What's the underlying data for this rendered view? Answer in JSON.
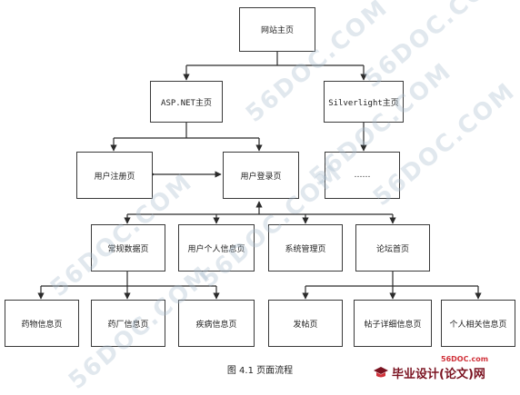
{
  "nodes": {
    "home": "网站主页",
    "aspnet": "ASP.NET主页",
    "silverlight": "Silverlight主页",
    "register": "用户注册页",
    "login": "用户登录页",
    "ellipsis": "……",
    "common_data": "常规数据页",
    "personal_info": "用户个人信息页",
    "system_admin": "系统管理页",
    "forum_home": "论坛首页",
    "drug_info": "药物信息页",
    "pharmacy_info": "药厂信息页",
    "disease_info": "疾病信息页",
    "post": "发帖页",
    "post_detail": "帖子详细信息页",
    "personal_related": "个人相关信息页"
  },
  "caption": "图 4.1  页面流程",
  "watermark": "56DOC.COM",
  "logo": {
    "url_text": "56DOC.com",
    "name": "毕业设计(论文)网"
  },
  "colors": {
    "line": "#2b2b2b",
    "watermark": "#aabecd",
    "logo_red": "#d1323a",
    "logo_dark": "#7a1220"
  }
}
